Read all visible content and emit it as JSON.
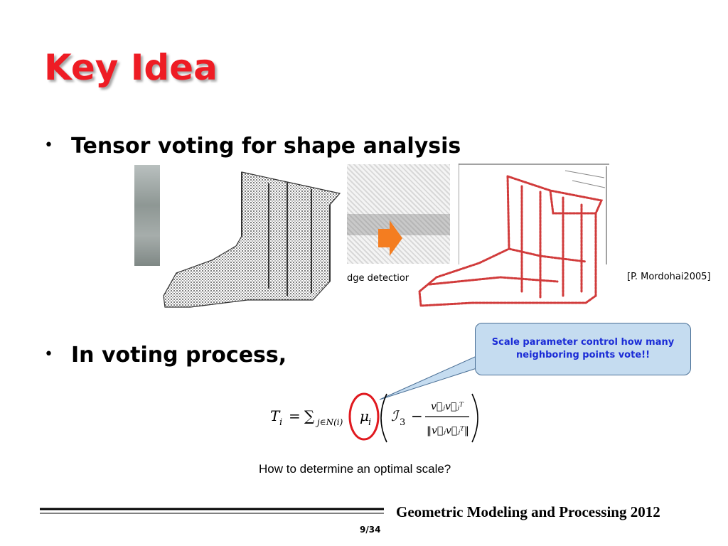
{
  "slide": {
    "title": "Key Idea",
    "bullets": [
      {
        "marker": "•",
        "text": "Tensor voting for shape analysis"
      },
      {
        "marker": "•",
        "text": "In voting process,"
      }
    ],
    "figure": {
      "caption_edge": "dge detectior",
      "citation": "[P. Mordohai2005]"
    },
    "callout": "Scale parameter control how many neighboring points vote!!",
    "formula": {
      "lhs": "T",
      "lhs_sub": "i",
      "eq": "=",
      "sum": "∑",
      "sum_sub": "j∈N(i)",
      "mu": "μ",
      "mu_sub": "i",
      "identity": "ℐ",
      "identity_sub": "3",
      "minus": "−",
      "num": "v⃗ⱼv⃗ⱼᵀ",
      "den": "‖v⃗ⱼv⃗ⱼᵀ‖"
    },
    "question": "How to determine an optimal scale?",
    "footer": "Geometric Modeling and Processing 2012",
    "page": "9/34"
  },
  "colors": {
    "title": "#ee1c24",
    "arrow": "#f47d20",
    "point_cloud_red": "#d13b3b",
    "callout_fill": "#c5dcf0",
    "callout_text": "#1a2bd6",
    "circle": "#e0191f"
  }
}
